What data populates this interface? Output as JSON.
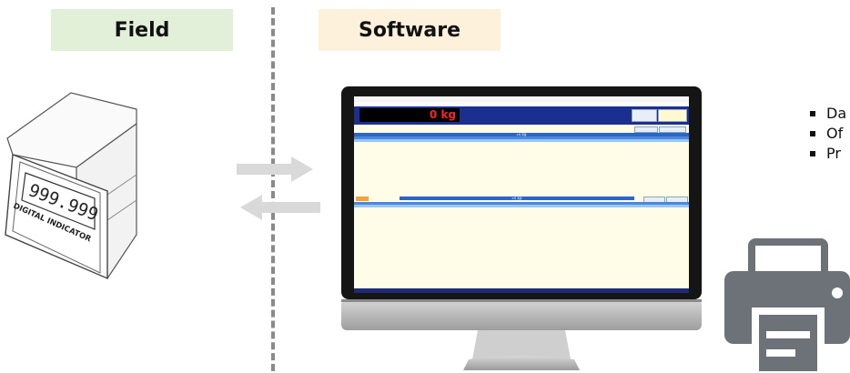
{
  "labels": {
    "field": "Field",
    "software": "Software"
  },
  "indicator": {
    "display_value": "999.999",
    "caption": "DIGITAL INDICATOR"
  },
  "screen": {
    "weight_value": "0",
    "weight_unit": "kg",
    "upper_panel_title": "1차 계량",
    "lower_panel_title": "2차 계량"
  },
  "bullets": [
    "Da",
    "Of",
    "Pr"
  ],
  "colors": {
    "field_badge": "#e2efd9",
    "software_badge": "#fdf1dc",
    "arrow": "#d9d9d9",
    "printer": "#6d7278",
    "screen_header": "#1a2f8f"
  },
  "icons": {
    "transfer": "double-arrow-icon",
    "printer": "printer-icon"
  }
}
